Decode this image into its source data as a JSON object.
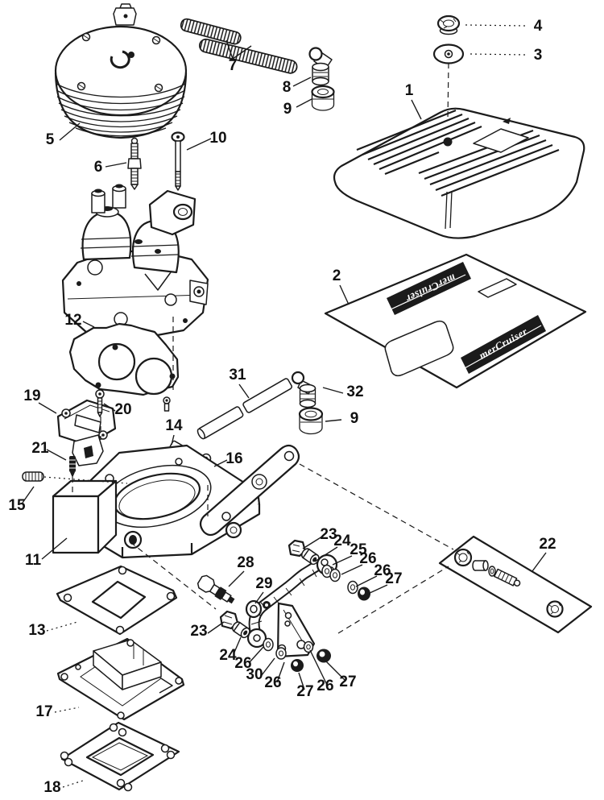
{
  "diagram": {
    "background": "#ffffff",
    "ink_color": "#1b1b1b",
    "decal_text": "merCruiser"
  },
  "callouts": [
    {
      "label": "5"
    },
    {
      "label": "7"
    },
    {
      "label": "8"
    },
    {
      "label": "9"
    },
    {
      "label": "10"
    },
    {
      "label": "6"
    },
    {
      "label": "4"
    },
    {
      "label": "3"
    },
    {
      "label": "1"
    },
    {
      "label": "12"
    },
    {
      "label": "2"
    },
    {
      "label": "19"
    },
    {
      "label": "20"
    },
    {
      "label": "21"
    },
    {
      "label": "14"
    },
    {
      "label": "31"
    },
    {
      "label": "32"
    },
    {
      "label": "9"
    },
    {
      "label": "15"
    },
    {
      "label": "16"
    },
    {
      "label": "11"
    },
    {
      "label": "22"
    },
    {
      "label": "23"
    },
    {
      "label": "24"
    },
    {
      "label": "25"
    },
    {
      "label": "26"
    },
    {
      "label": "26"
    },
    {
      "label": "27"
    },
    {
      "label": "28"
    },
    {
      "label": "29"
    },
    {
      "label": "23"
    },
    {
      "label": "24"
    },
    {
      "label": "26"
    },
    {
      "label": "30"
    },
    {
      "label": "26"
    },
    {
      "label": "27"
    },
    {
      "label": "26"
    },
    {
      "label": "27"
    },
    {
      "label": "13"
    },
    {
      "label": "17"
    },
    {
      "label": "18"
    }
  ]
}
